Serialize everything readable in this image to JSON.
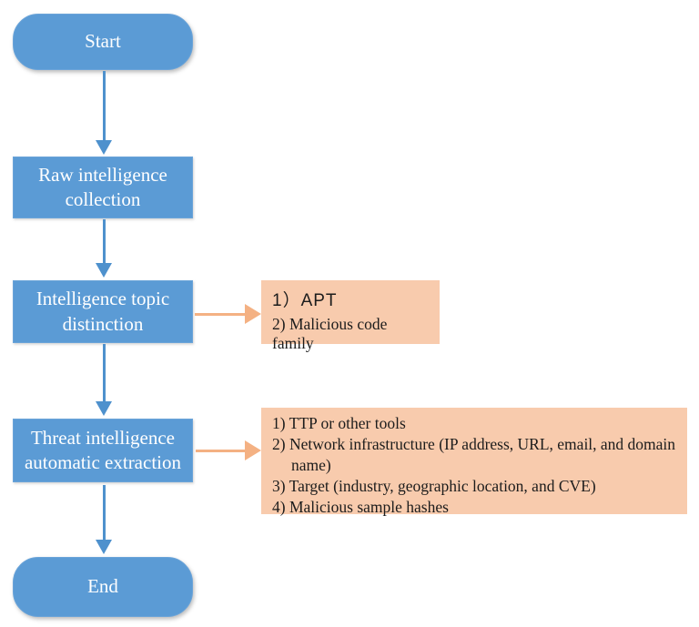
{
  "flowchart": {
    "title": "Threat intelligence extraction flowchart",
    "nodes": {
      "start": {
        "label": "Start"
      },
      "raw": {
        "label": "Raw intelligence collection"
      },
      "topic": {
        "label": "Intelligence topic distinction"
      },
      "threat": {
        "label": "Threat intelligence automatic extraction"
      },
      "end": {
        "label": "End"
      }
    },
    "annotations": {
      "topic_types": {
        "line1": "1）APT",
        "line2": "2) Malicious code family"
      },
      "extracted_items": {
        "item1": "1) TTP or other tools",
        "item2": "2) Network infrastructure (IP address, URL, email, and domain name)",
        "item3": "3) Target (industry, geographic location, and CVE)",
        "item4": "4) Malicious sample hashes"
      }
    },
    "colors": {
      "node_fill": "#5b9bd5",
      "node_text": "#ffffff",
      "annotation_fill": "#f8cbad",
      "annotation_text": "#1c1c1c",
      "arrow_blue": "#4e91cd",
      "arrow_peach": "#f4b183"
    }
  }
}
